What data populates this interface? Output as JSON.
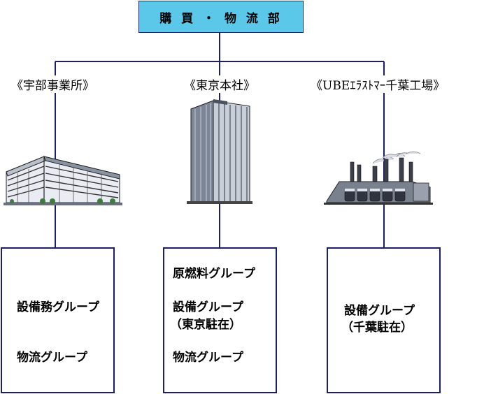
{
  "department": "購 買 ・ 物 流 部",
  "sites": [
    {
      "label": "《宇部事業所》",
      "building_icon": "office-building-icon",
      "groups": [
        "設備務グループ",
        "物流グループ"
      ]
    },
    {
      "label": "《東京本社》",
      "building_icon": "skyscraper-icon",
      "groups": [
        "原燃料グループ",
        "設備グループ",
        "（東京駐在）",
        "物流グループ"
      ]
    },
    {
      "label": "《UBEｴﾗｽﾄﾏｰ千葉工場》",
      "building_icon": "factory-icon",
      "groups": [
        "設備グループ",
        "（千葉駐在）"
      ]
    }
  ],
  "colors": {
    "department_fill": "#5bc8ea",
    "line_color": "#1b1f6b"
  }
}
